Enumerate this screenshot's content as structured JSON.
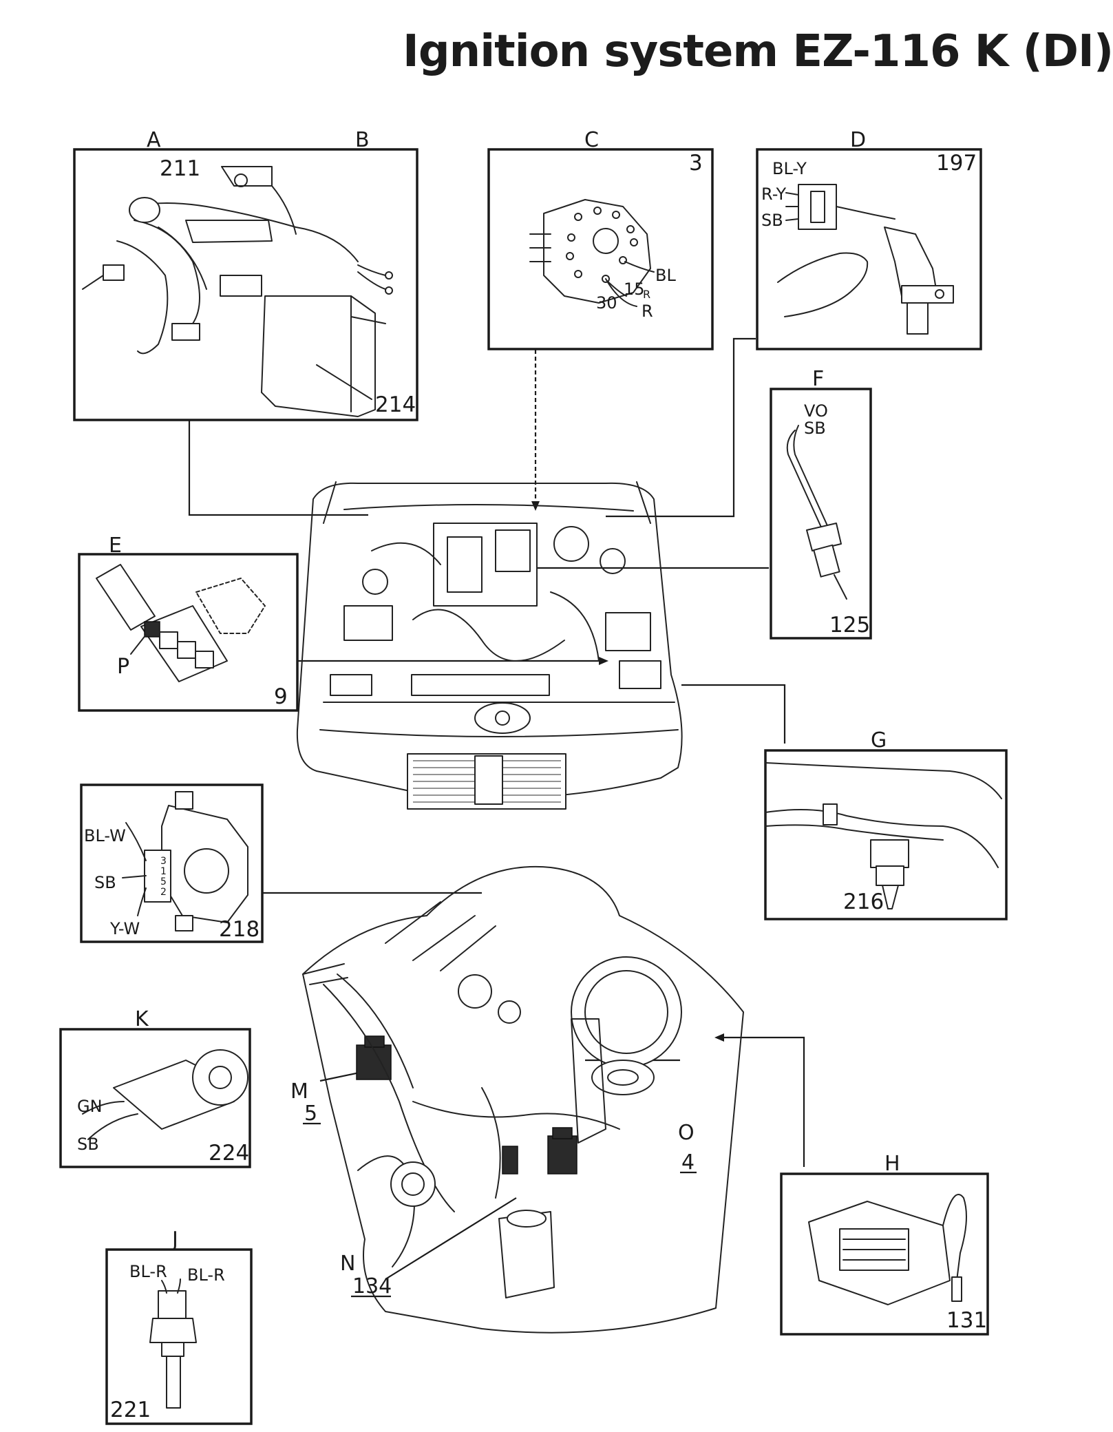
{
  "title": "Ignition system EZ-116 K (DI)",
  "panels": {
    "A": {
      "letter": "A",
      "labels": [
        "211",
        "214"
      ]
    },
    "B": {
      "letter": "B"
    },
    "C": {
      "letter": "C",
      "number": "3",
      "labels": [
        "BL",
        "15",
        "R",
        "30",
        "R"
      ]
    },
    "D": {
      "letter": "D",
      "number": "197",
      "labels": [
        "BL-Y",
        "R-Y",
        "SB"
      ]
    },
    "E": {
      "letter": "E",
      "number": "9",
      "labels": [
        "P"
      ]
    },
    "F": {
      "letter": "F",
      "number": "125",
      "labels": [
        "VO",
        "SB"
      ]
    },
    "G": {
      "letter": "G",
      "number": "216"
    },
    "H": {
      "letter": "H",
      "number": "131"
    },
    "J": {
      "letter": "J",
      "number": "221",
      "labels": [
        "BL-R",
        "BL-R"
      ]
    },
    "K": {
      "letter": "K",
      "number": "224",
      "labels": [
        "GN",
        "SB"
      ]
    },
    "S218": {
      "number": "218",
      "labels": [
        "BL-W",
        "SB",
        "Y-W",
        "3",
        "1",
        "5",
        "2"
      ]
    }
  },
  "engine_labels": {
    "M": "M",
    "M_num": "5",
    "N": "N",
    "N_num": "134",
    "O": "O",
    "O_num": "4"
  }
}
